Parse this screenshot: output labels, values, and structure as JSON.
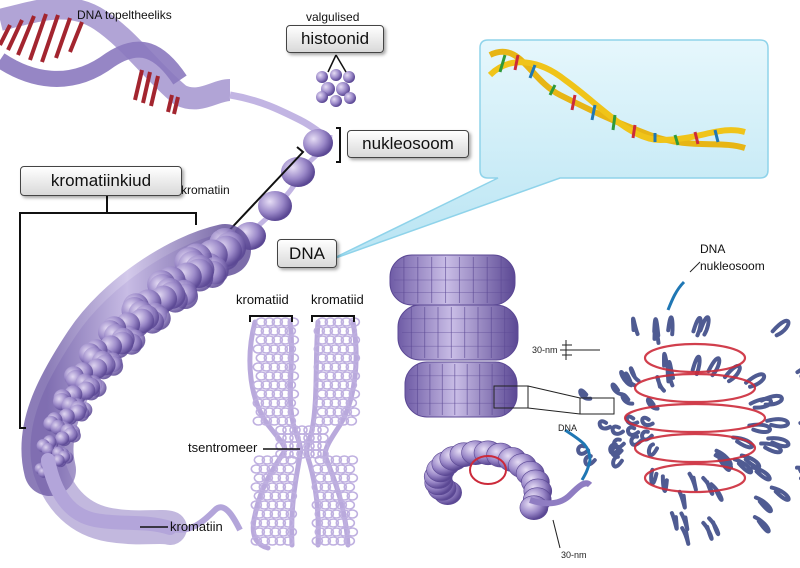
{
  "labels": {
    "dna_topeltheeliks": "DNA topeltheeliks",
    "valgulised": "valgulised",
    "histoonid": "histoonid",
    "nukleosoom_box": "nukleosoom",
    "kromatiin_upper": "kromatiin",
    "kromatiinkiud": "kromatiinkiud",
    "dna_box": "DNA",
    "kromatiid_left": "kromatiid",
    "kromatiid_right": "kromatiid",
    "tsentromeer": "tsentromeer",
    "kromatiin_lower": "kromatiin",
    "dna_right": "DNA",
    "nukleosoom_right": "nukleosoom",
    "thirty_nm_side": "30-nm",
    "thirty_nm_bottom": "30-nm",
    "dna_mid": "DNA"
  },
  "colors": {
    "purple": "#9f8fc9",
    "purple_dark": "#6f5ca6",
    "purple_light": "#d5cbe9",
    "loop_blue": "#4f5b92",
    "accent_red": "#cc2a3a",
    "callout_blue": "#cfeef8",
    "dna_blue": "#1f77b4"
  }
}
